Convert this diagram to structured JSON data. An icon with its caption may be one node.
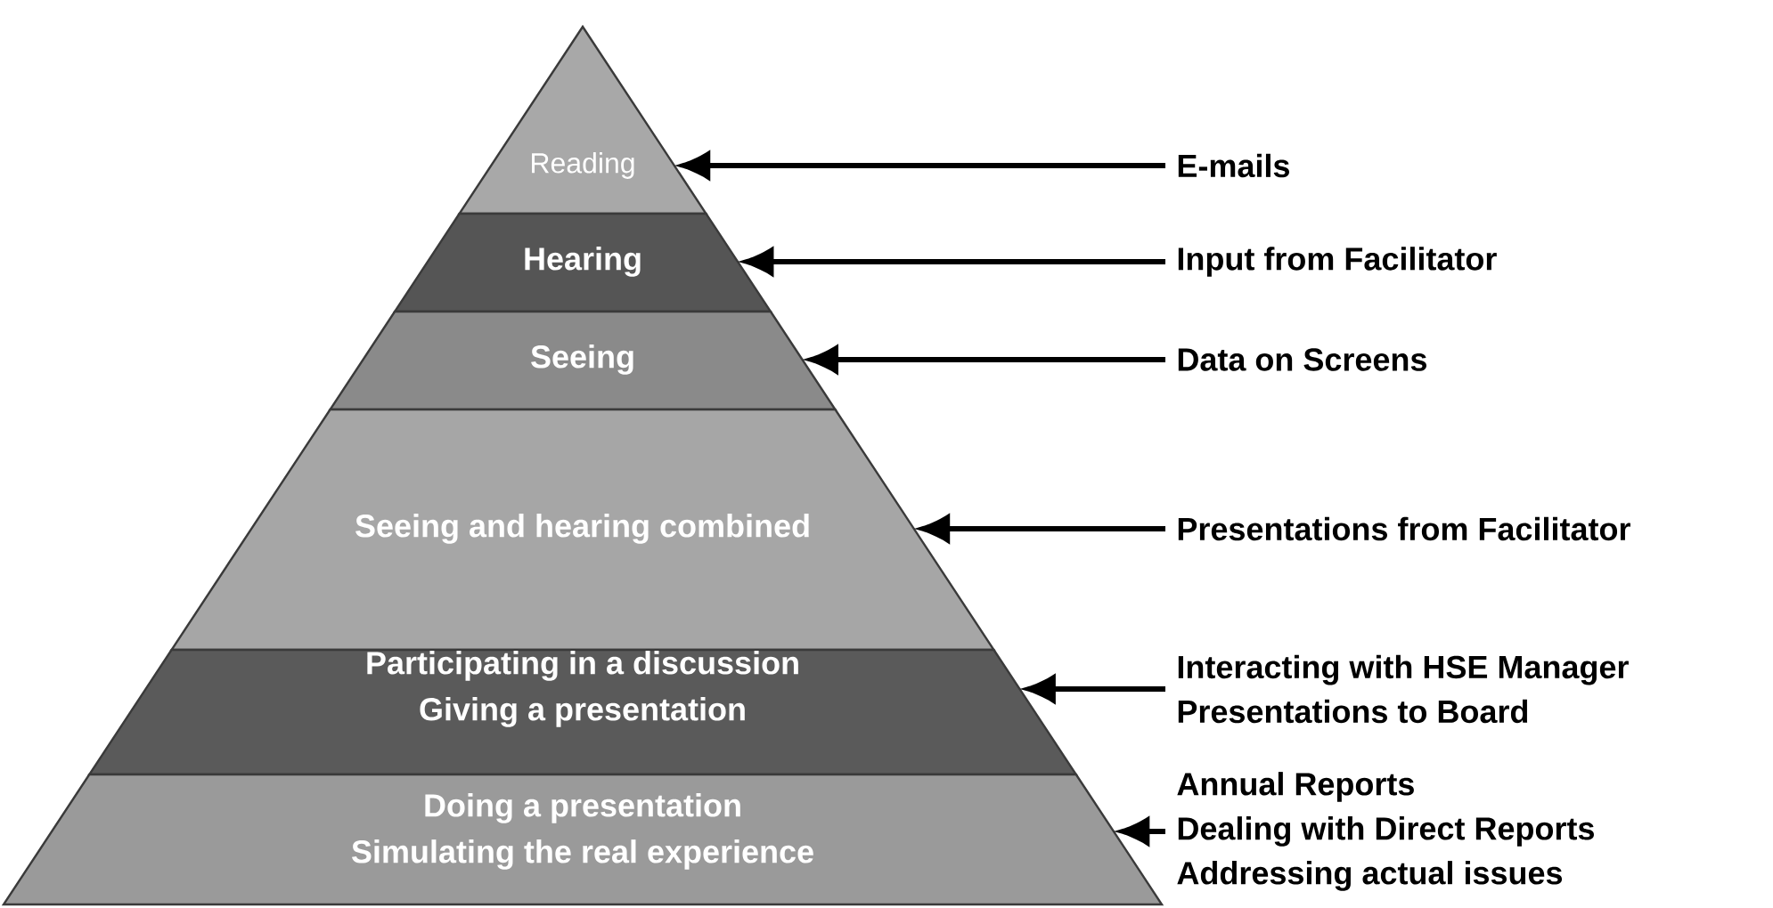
{
  "diagram": {
    "nodes": [
      {
        "text": [
          "Reading"
        ]
      },
      {
        "text": [
          "Hearing"
        ]
      },
      {
        "text": [
          "Seeing"
        ]
      },
      {
        "text": [
          "Seeing and hearing combined"
        ]
      },
      {
        "text": [
          "Participating in a discussion",
          "Giving a presentation"
        ]
      },
      {
        "text": [
          "Doing a presentation",
          "Simulating the real experience"
        ]
      },
      {
        "text": [
          "E-mails"
        ]
      },
      {
        "text": [
          "Input from Facilitator"
        ]
      },
      {
        "text": [
          "Data on Screens"
        ]
      },
      {
        "text": [
          "Presentations from Facilitator"
        ]
      },
      {
        "text": [
          "Interacting with HSE Manager",
          "Presentations to Board"
        ]
      },
      {
        "text": [
          "Annual Reports",
          "Dealing with Direct Reports",
          "Addressing actual issues"
        ]
      }
    ],
    "edges": [
      {
        "from": 6,
        "to": 0,
        "arrow": "to"
      },
      {
        "from": 7,
        "to": 1,
        "arrow": "to"
      },
      {
        "from": 8,
        "to": 2,
        "arrow": "to"
      },
      {
        "from": 9,
        "to": 3,
        "arrow": "to"
      },
      {
        "from": 10,
        "to": 4,
        "arrow": "to"
      },
      {
        "from": 11,
        "to": 5,
        "arrow": "to"
      }
    ]
  }
}
